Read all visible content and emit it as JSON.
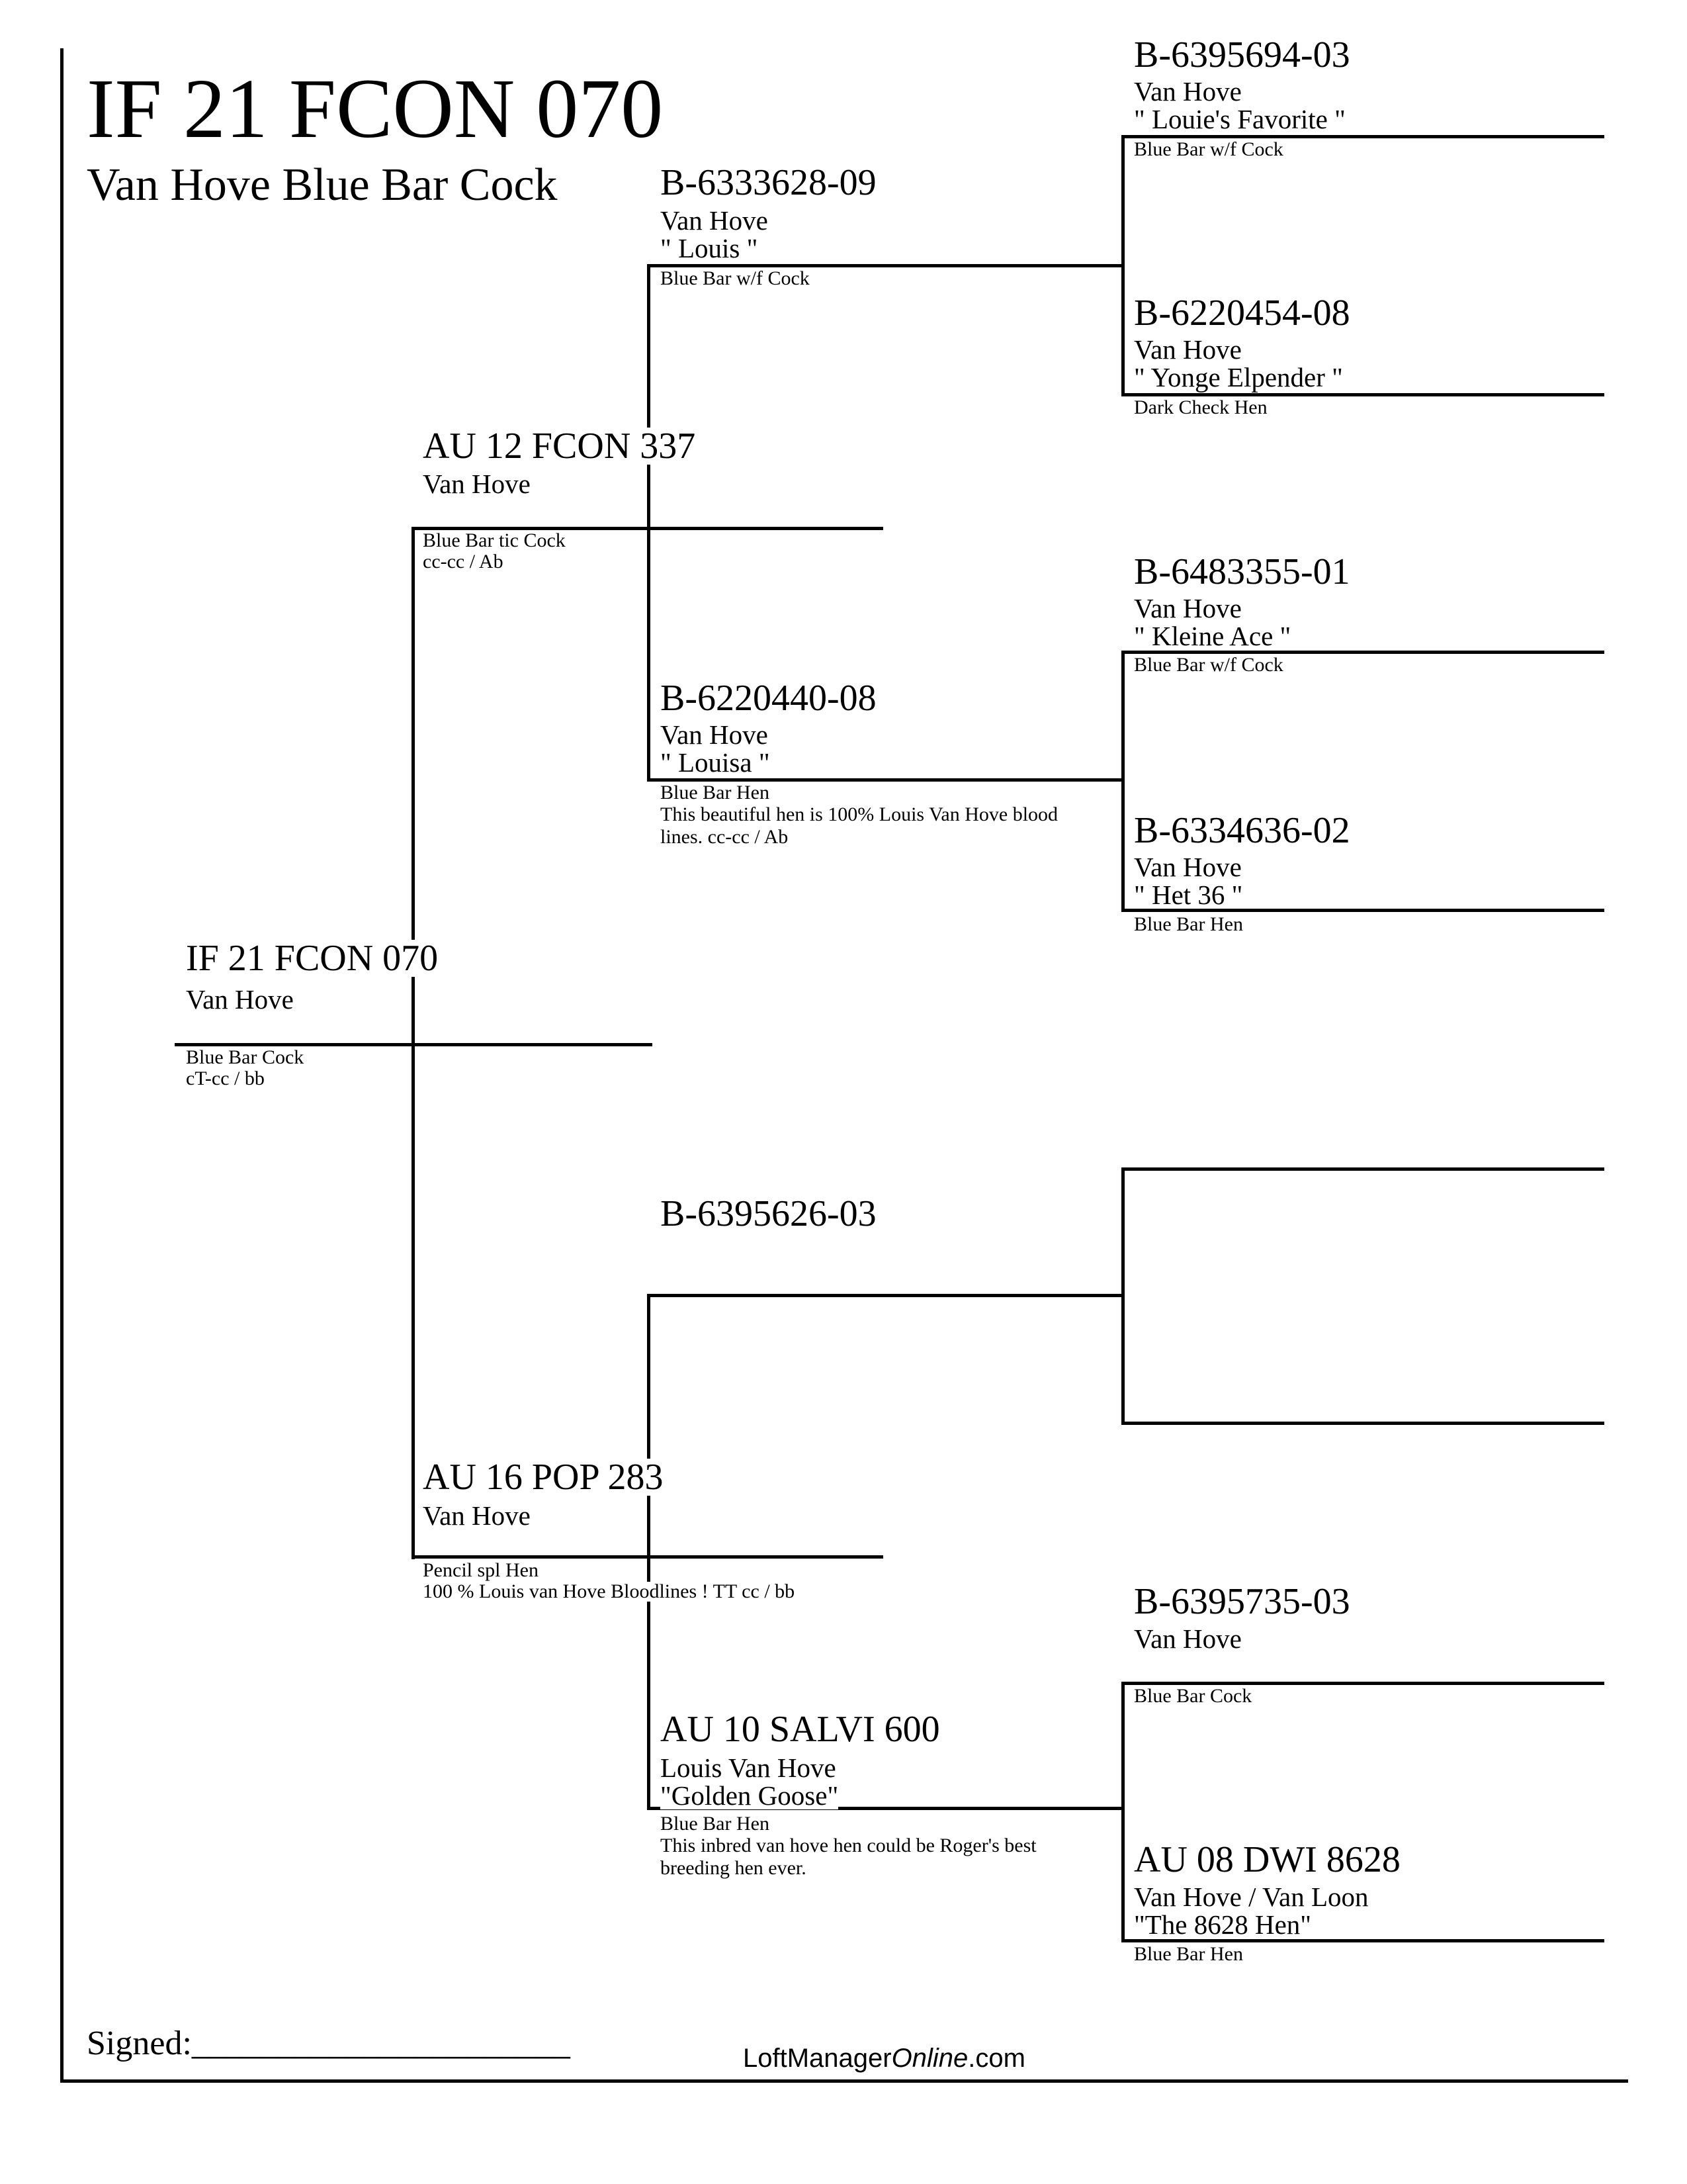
{
  "document": {
    "title": "IF 21 FCON 070",
    "subtitle": "Van Hove Blue Bar Cock"
  },
  "pedigree": {
    "subject": {
      "band": "IF 21 FCON 070",
      "owner": "Van Hove",
      "color": "Blue Bar Cock",
      "notes": "cT-cc / bb"
    },
    "sire": {
      "band": "AU 12 FCON 337",
      "owner": "Van Hove",
      "color": "Blue Bar tic Cock",
      "notes": "cc-cc / Ab"
    },
    "dam": {
      "band": "AU 16 POP 283",
      "owner": "Van Hove",
      "color": "Pencil spl Hen",
      "notes": "100 % Louis van Hove Bloodlines ! TT cc / bb"
    },
    "sire_sire": {
      "band": "B-6333628-09",
      "owner": "Van Hove",
      "name": "\" Louis \"",
      "color": "Blue Bar w/f Cock"
    },
    "sire_dam": {
      "band": "B-6220440-08",
      "owner": "Van Hove",
      "name": "\" Louisa \"",
      "color": "Blue Bar Hen",
      "notes_line1": "This beautiful hen is 100% Louis Van Hove blood",
      "notes_line2": "lines. cc-cc / Ab"
    },
    "dam_sire": {
      "band": "B-6395626-03"
    },
    "dam_dam": {
      "band": "AU 10 SALVI 600",
      "owner": "Louis Van Hove",
      "name": "\"Golden Goose\"",
      "color": "Blue Bar Hen",
      "notes_line1": "This inbred van hove hen could be Roger's best",
      "notes_line2": "breeding hen ever."
    },
    "ss_sire": {
      "band": "B-6395694-03",
      "owner": "Van Hove",
      "name": "\" Louie's Favorite \"",
      "color": "Blue Bar w/f Cock"
    },
    "ss_dam": {
      "band": "B-6220454-08",
      "owner": "Van Hove",
      "name": "\" Yonge Elpender \"",
      "color": "Dark Check Hen"
    },
    "sd_sire": {
      "band": "B-6483355-01",
      "owner": "Van Hove",
      "name": "\" Kleine Ace \"",
      "color": "Blue Bar w/f Cock"
    },
    "sd_dam": {
      "band": "B-6334636-02",
      "owner": "Van Hove",
      "name": "\" Het 36 \"",
      "color": "Blue Bar Hen"
    },
    "dd_sire": {
      "band": "B-6395735-03",
      "owner": "Van Hove",
      "color": "Blue Bar Cock"
    },
    "dd_dam": {
      "band": "AU 08 DWI 8628",
      "owner": "Van Hove / Van Loon",
      "name": "\"The 8628 Hen\"",
      "color": "Blue Bar Hen"
    }
  },
  "footer": {
    "signed_label": "Signed:______________________",
    "brand_prefix": "LoftManager",
    "brand_italic": "Online",
    "brand_suffix": ".com"
  }
}
